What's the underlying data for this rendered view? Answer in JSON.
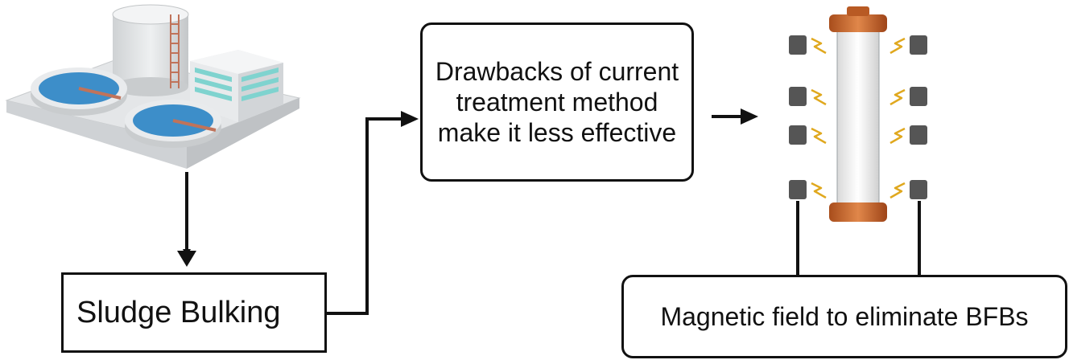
{
  "nodes": {
    "sludge_bulking": "Sludge Bulking",
    "drawbacks": "Drawbacks of current treatment method make it less effective",
    "magnetic": "Magnetic field to eliminate BFBs"
  },
  "icons": {
    "plant": "wastewater-treatment-plant-icon",
    "magnet_device": "magnetic-field-device-icon"
  },
  "colors": {
    "line": "#111111",
    "water": "#3d8ec9",
    "cylinder_cap": "#c9642a",
    "magnet": "#555555",
    "spark": "#e0a81e"
  }
}
